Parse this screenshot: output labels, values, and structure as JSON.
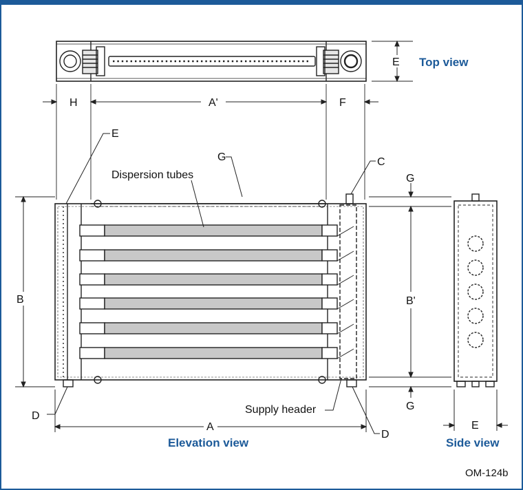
{
  "colors": {
    "accent": "#1c5a99",
    "line": "#222222",
    "tube": "#c8c8c8"
  },
  "views": {
    "top": "Top view",
    "elevation": "Elevation view",
    "side": "Side view"
  },
  "labels": {
    "dispersion": "Dispersion tubes",
    "supply": "Supply header",
    "code": "OM-124b"
  },
  "dims": {
    "a": "A",
    "a_prime": "A'",
    "b": "B",
    "b_prime": "B'",
    "c": "C",
    "d": "D",
    "e": "E",
    "f": "F",
    "g": "G",
    "h": "H"
  }
}
